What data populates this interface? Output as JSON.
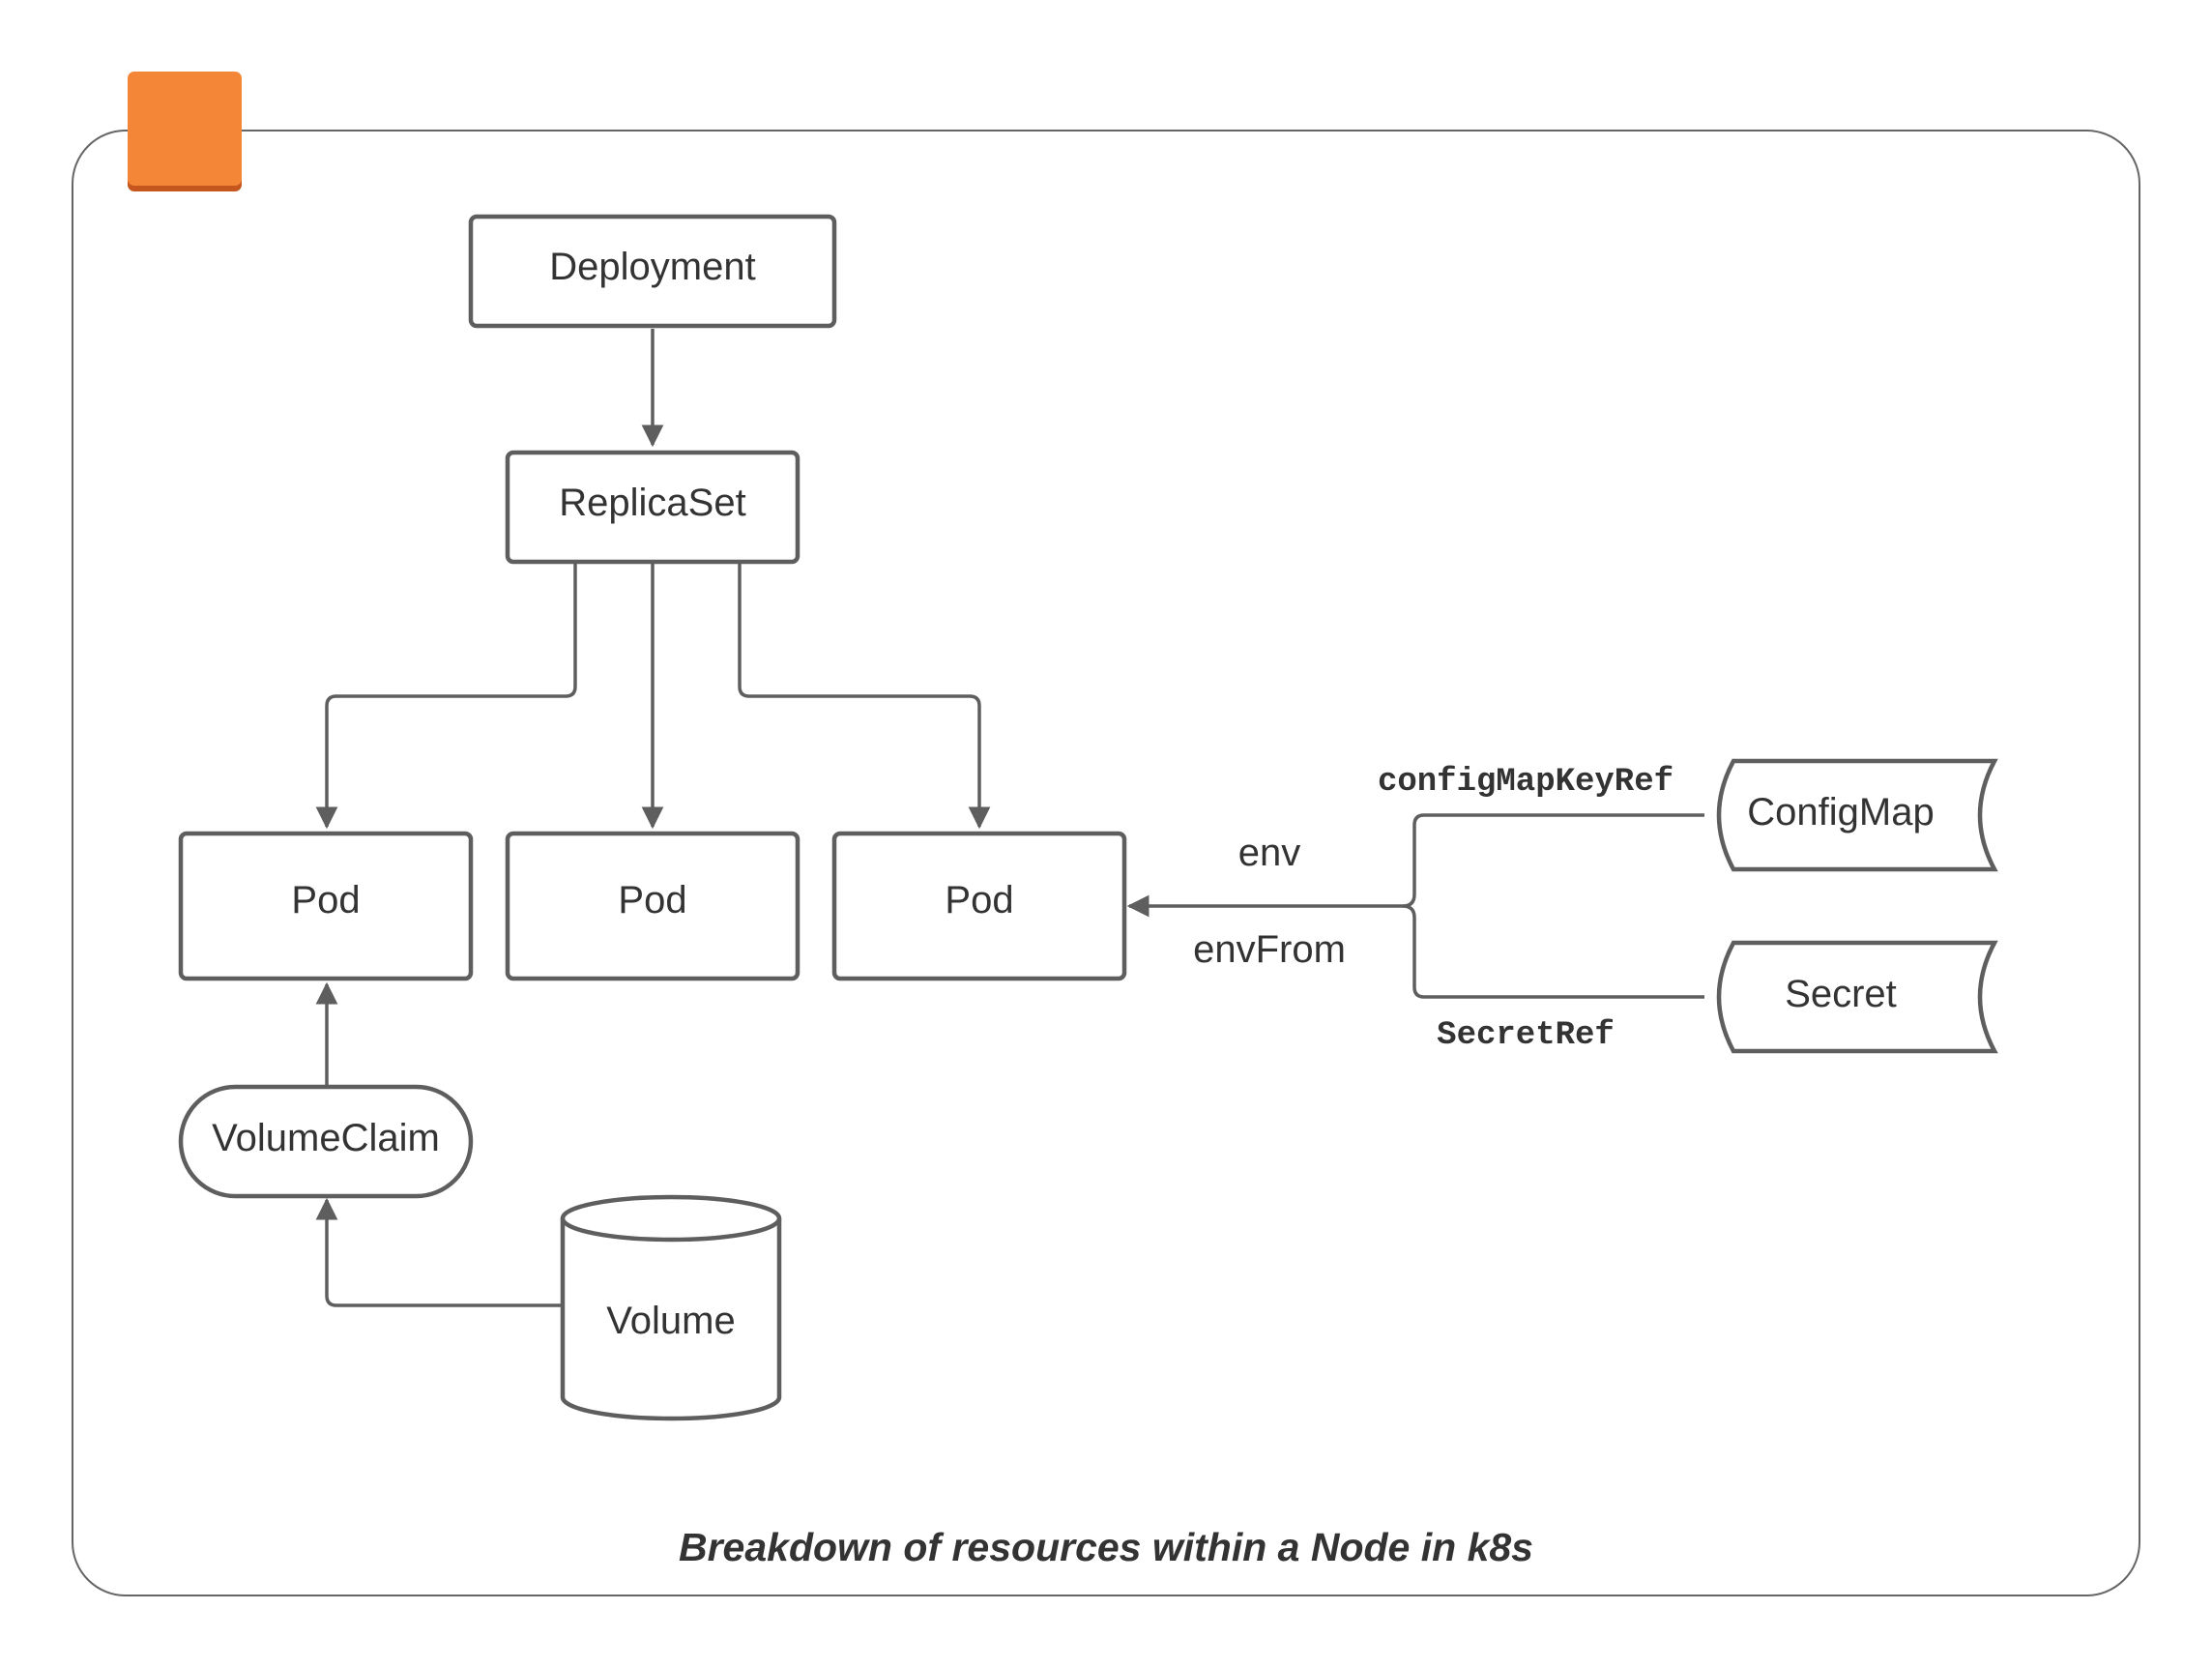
{
  "diagram": {
    "caption": "Breakdown of resources within a Node in k8s",
    "nodes": {
      "deployment": "Deployment",
      "replicaset": "ReplicaSet",
      "pod_1": "Pod",
      "pod_2": "Pod",
      "pod_3": "Pod",
      "volume_claim": "VolumeClaim",
      "volume": "Volume",
      "configmap": "ConfigMap",
      "secret": "Secret"
    },
    "edge_labels": {
      "config_map_key_ref": "configMapKeyRef",
      "secret_ref": "SecretRef",
      "env": "env",
      "env_from": "envFrom"
    },
    "colors": {
      "accent": "#F48638",
      "accent_shadow": "#C4561E",
      "stroke": "#5E5E5E",
      "frame": "#666666",
      "text": "#333333"
    }
  }
}
